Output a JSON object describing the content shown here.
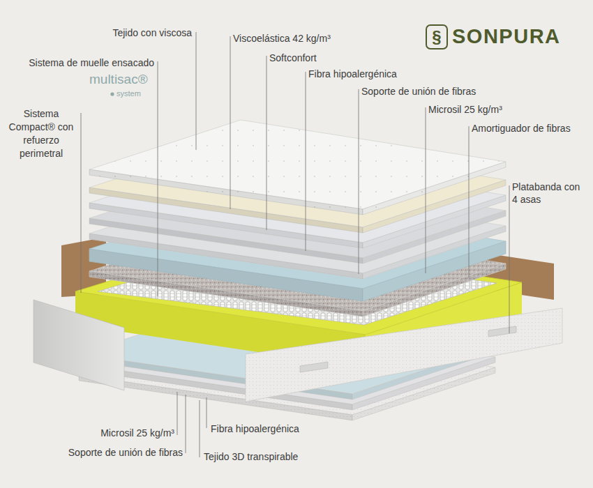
{
  "diagram": {
    "labels": [
      "§",
      "SONPURA",
      "Tejido con viscosa",
      "Viscoelástica 42 kg/m³",
      "Softconfort",
      "Fibra hipoalergénica",
      "Soporte de unión de fibras",
      "Microsil 25 kg/m³",
      "Amortiguador de fibras",
      "Platabanda con 4 asas",
      "Sistema de muelle ensacado",
      "multisac®",
      "system",
      "Sistema Compact® con refuerzo perimetral",
      "Microsil 25 kg/m³",
      "Soporte de unión de fibras",
      "Fibra hipoalergénica",
      "Tejido 3D transpirable"
    ]
  }
}
